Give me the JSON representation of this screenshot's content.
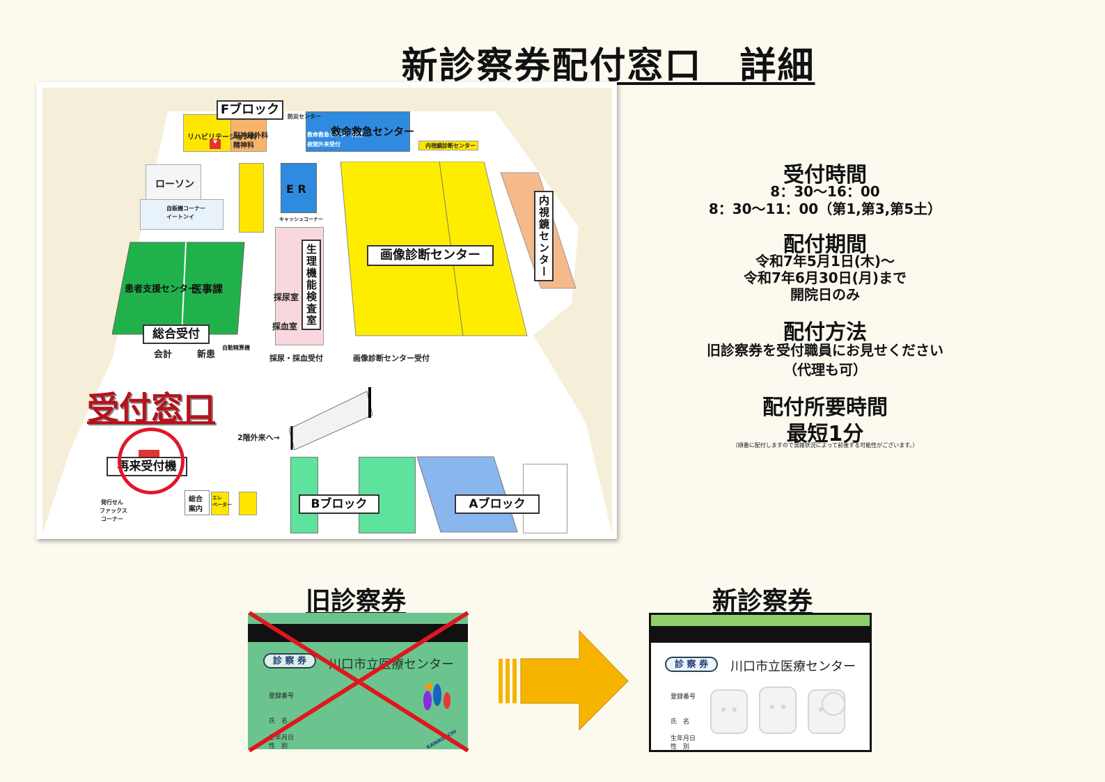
{
  "title": "新診察券配付窓口　詳細",
  "map": {
    "f_block": "Fブロック",
    "rehab": "リハビリテーション科",
    "neuro1": "脳神経外科",
    "neuro2": "精神科",
    "aed": "AED",
    "disaster": "防災センター",
    "er_center_small1": "救命救急センター受付",
    "er_center_small2": "夜間外来受付",
    "er_center": "救命救急センター",
    "endoscopy_small": "内視鏡診断センター",
    "lawson": "ローソン",
    "atm1": "自販機コーナー",
    "atm2": "イートンイ",
    "er": "E R",
    "cashier": "キャッシュコーナー",
    "imaging": "画像診断センター",
    "endoscopy": "内視鏡センター",
    "physio": "生理機能検査室",
    "urine": "採尿室",
    "blood": "採血室",
    "support": "患者支援センター",
    "medical": "医事課",
    "general_reception": "総合受付",
    "cashier2": "会計",
    "new_patient": "新患",
    "auto_pay": "自動精算機",
    "urine_blood_reception": "採尿・採血受付",
    "imaging_reception": "画像診断センター受付",
    "reception_window": "受付窓口",
    "to_2f": "2階外来へ→",
    "rec_machine": "再来受付機",
    "prescription1": "発行せん",
    "prescription2": "ファックス",
    "prescription3": "コーナー",
    "info_desk1": "総合",
    "info_desk2": "案内",
    "elevator1": "エレ",
    "elevator2": "ベーター",
    "b_block": "Bブロック",
    "a_block": "Aブロック"
  },
  "info": {
    "hours_heading": "受付時間",
    "hours_1": "8：30～16：00",
    "hours_2": "8：30～11：00（第1,第3,第5土）",
    "period_heading": "配付期間",
    "period_1": "令和7年5月1日(木)～",
    "period_2": "令和7年6月30日(月)まで",
    "period_3": "開院日のみ",
    "method_heading": "配付方法",
    "method_1": "旧診察券を受付職員にお見せください",
    "method_2": "（代理も可）",
    "time_heading": "配付所要時間",
    "time_value": "最短1分",
    "time_note": "（順番に配付しますので混雑状況によって前後する可能性がございます。）"
  },
  "cards": {
    "old_label": "旧診察券",
    "new_label": "新診察券",
    "card_badge": "診 察 券",
    "hospital": "川口市立医療センター",
    "reg_no": "登録番号",
    "name": "氏　名",
    "birth": "生年月日",
    "sex": "性　別",
    "logo_text": "KAWAGUCHI",
    "colors": {
      "old": "#6bc48e",
      "new": "#8fce6a",
      "arrow": "#f6b400",
      "cross": "#e0161e"
    }
  }
}
